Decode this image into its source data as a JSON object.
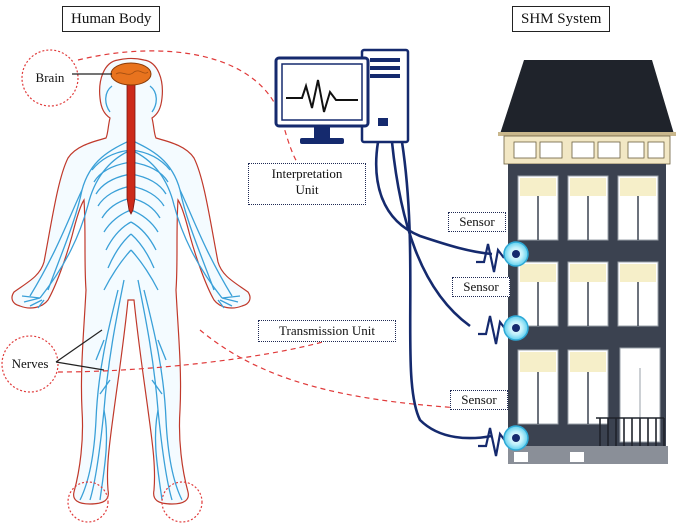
{
  "panels": {
    "human_body_title": "Human Body",
    "shm_system_title": "SHM System"
  },
  "labels": {
    "brain": "Brain",
    "nerves": "Nerves",
    "interpretation_unit_line1": "Interpretation",
    "interpretation_unit_line2": "Unit",
    "transmission_unit": "Transmission Unit",
    "sensor": "Sensor"
  },
  "colors": {
    "nerve_blue": "#3aa0d8",
    "brain_orange": "#e8731e",
    "spine_red": "#cc2a1a",
    "dashed_red": "#e03a3a",
    "cable_navy": "#152a6e",
    "building_dark": "#3b4250",
    "roof_dark": "#1f232b",
    "window_cream": "#f6efc9",
    "sensor_cyan": "#5fd0ef"
  }
}
